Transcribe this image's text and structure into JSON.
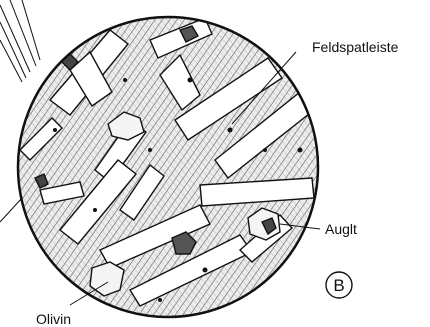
{
  "figure": {
    "panel_letter": "B",
    "labels": {
      "feldspar": "Feldspatleiste",
      "augite": "Auglt",
      "olivine": "Olivin"
    },
    "colors": {
      "ink": "#111111",
      "matrix": "#e9e9e9",
      "crystal": "#ffffff",
      "dark_mineral": "#444444"
    }
  }
}
